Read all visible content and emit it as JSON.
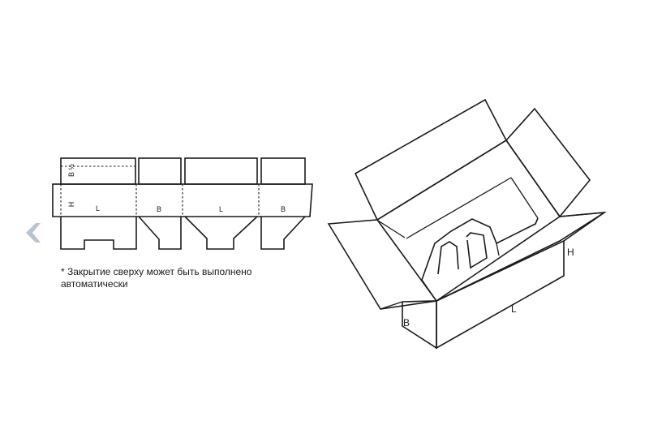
{
  "flat_layout": {
    "panel_labels": {
      "h": "H",
      "l1": "L",
      "b1": "B",
      "l2": "L",
      "b2": "B"
    },
    "flap_label": "B ½"
  },
  "note": {
    "line1": "* Закрытие сверху может быть выполнено",
    "line2": "автоматически"
  },
  "box_3d": {
    "label_h": "H",
    "label_l": "L",
    "label_b": "B"
  },
  "nav": {
    "icon": "chevron-left-icon",
    "color": "#b9c4cf"
  }
}
